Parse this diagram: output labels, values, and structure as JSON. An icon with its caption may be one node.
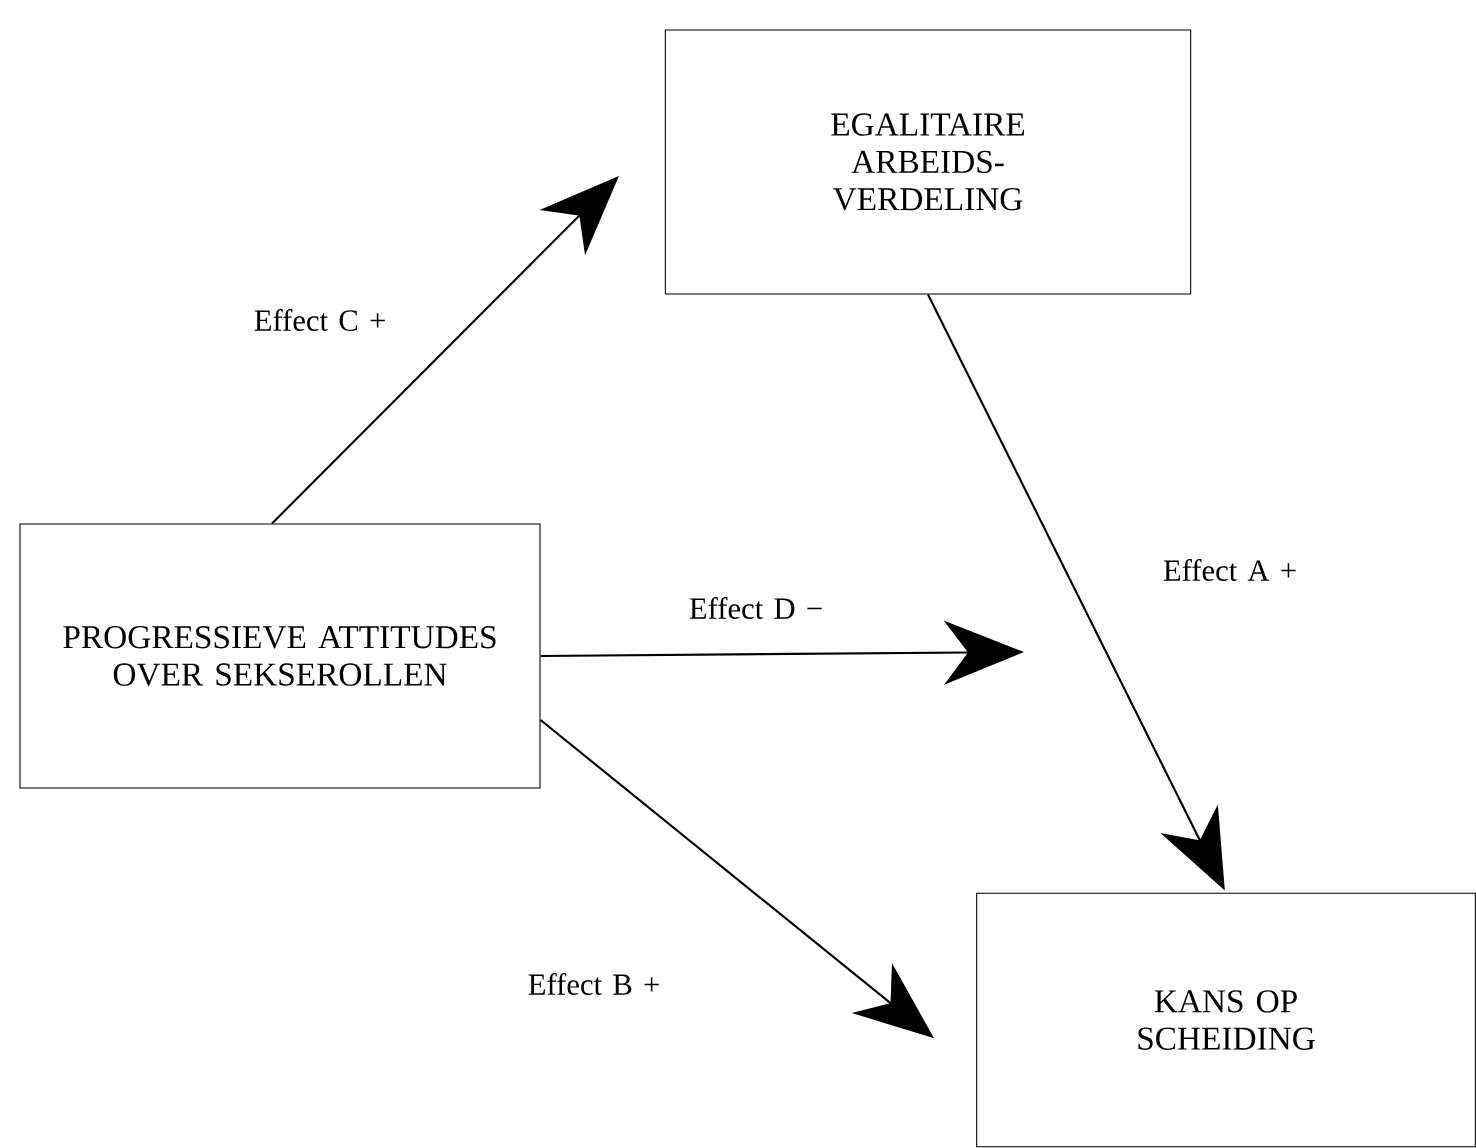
{
  "diagram": {
    "nodes": [
      {
        "text": [
          "PROGRESSIEVE ATTITUDES OVER SEKSEROLLEN"
        ]
      },
      {
        "text": [
          "EGALITAIRE ARBEIDS- VERDELING"
        ]
      },
      {
        "text": [
          "KANS OP SCHEIDING"
        ]
      }
    ],
    "edges": [
      {
        "from": 1,
        "to": 2,
        "arrow": "to",
        "label": "Effect A +"
      },
      {
        "from": 0,
        "to": 2,
        "arrow": "to",
        "label": "Effect B +"
      },
      {
        "from": 0,
        "to": 1,
        "arrow": "to",
        "label": "Effect C +"
      },
      {
        "from": 0,
        "to": null,
        "arrow": "to",
        "label": "Effect D −"
      }
    ]
  }
}
